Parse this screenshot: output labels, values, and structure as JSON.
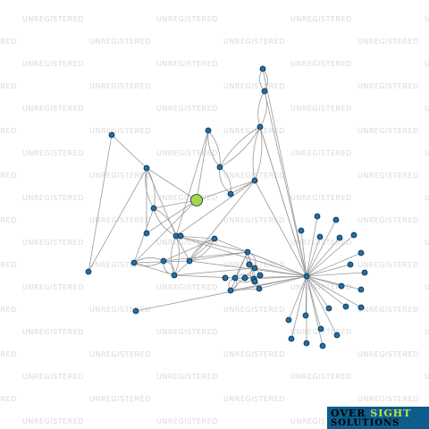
{
  "watermark": {
    "text": "UNREGISTERED"
  },
  "logo": {
    "word1": "OVER",
    "word2": "SIGHT",
    "line2": "SOLUTIONS"
  },
  "colors": {
    "node": "#1f6fa8",
    "node_stroke": "#0a2a40",
    "focus_node": "#a6d64a",
    "edge": "#9a9a9a",
    "watermark": "#d9d9d9",
    "logo_bg": "#0d5c8c",
    "logo_accent": "#bfe04a"
  },
  "network": {
    "focus_node": "n0",
    "nodes": [
      {
        "id": "n0",
        "focus": true
      },
      {
        "id": "n1"
      },
      {
        "id": "n2"
      },
      {
        "id": "n3"
      },
      {
        "id": "n4"
      },
      {
        "id": "n5"
      },
      {
        "id": "n6"
      },
      {
        "id": "n7"
      },
      {
        "id": "n8"
      },
      {
        "id": "n9"
      },
      {
        "id": "n10"
      },
      {
        "id": "n11"
      },
      {
        "id": "n12"
      },
      {
        "id": "n13"
      },
      {
        "id": "n14"
      },
      {
        "id": "n15"
      },
      {
        "id": "n16"
      },
      {
        "id": "n17"
      },
      {
        "id": "n18"
      },
      {
        "id": "n19"
      },
      {
        "id": "n20"
      },
      {
        "id": "n21"
      },
      {
        "id": "n22"
      },
      {
        "id": "n23"
      },
      {
        "id": "n24"
      },
      {
        "id": "n25"
      },
      {
        "id": "n26"
      },
      {
        "id": "n27"
      },
      {
        "id": "n28"
      },
      {
        "id": "n29"
      },
      {
        "id": "n30"
      },
      {
        "id": "n31"
      },
      {
        "id": "n32"
      },
      {
        "id": "n33"
      },
      {
        "id": "n34"
      },
      {
        "id": "n35"
      },
      {
        "id": "n36"
      },
      {
        "id": "n37"
      },
      {
        "id": "n38"
      },
      {
        "id": "n39"
      },
      {
        "id": "n40"
      },
      {
        "id": "n41"
      },
      {
        "id": "n42"
      },
      {
        "id": "n43"
      },
      {
        "id": "n44"
      },
      {
        "id": "n45"
      },
      {
        "id": "n46"
      },
      {
        "id": "n47"
      },
      {
        "id": "n48"
      },
      {
        "id": "n49"
      },
      {
        "id": "n50"
      },
      {
        "id": "n51"
      },
      {
        "id": "n52"
      },
      {
        "id": "n53"
      }
    ],
    "edges": [
      [
        "n0",
        "n2"
      ],
      [
        "n0",
        "n3"
      ],
      [
        "n0",
        "n4"
      ],
      [
        "n0",
        "n5"
      ],
      [
        "n0",
        "n7"
      ],
      [
        "n0",
        "n10"
      ],
      [
        "n2",
        "n1"
      ],
      [
        "n2",
        "n3"
      ],
      [
        "n2",
        "n4"
      ],
      [
        "n2",
        "n13"
      ],
      [
        "n2",
        "n6"
      ],
      [
        "n3",
        "n6"
      ],
      [
        "n3",
        "n5"
      ],
      [
        "n5",
        "n11"
      ],
      [
        "n6",
        "n7"
      ],
      [
        "n6",
        "n11"
      ],
      [
        "n6",
        "n12"
      ],
      [
        "n7",
        "n8"
      ],
      [
        "n8",
        "n9"
      ],
      [
        "n9",
        "n10"
      ],
      [
        "n10",
        "n6"
      ],
      [
        "n10",
        "n11"
      ],
      [
        "n10",
        "n22"
      ],
      [
        "n12",
        "n11"
      ],
      [
        "n12",
        "n14"
      ],
      [
        "n12",
        "n15"
      ],
      [
        "n13",
        "n1"
      ],
      [
        "n11",
        "n16"
      ],
      [
        "n11",
        "n22"
      ],
      [
        "n14",
        "n15"
      ],
      [
        "n14",
        "n16"
      ],
      [
        "n15",
        "n17"
      ],
      [
        "n5",
        "n14"
      ],
      [
        "n5",
        "n15"
      ],
      [
        "n6",
        "n15"
      ],
      [
        "n16",
        "n17"
      ],
      [
        "n16",
        "n18"
      ],
      [
        "n16",
        "n19"
      ],
      [
        "n16",
        "n20"
      ],
      [
        "n16",
        "n21"
      ],
      [
        "n17",
        "n18"
      ],
      [
        "n17",
        "n20"
      ],
      [
        "n18",
        "n19"
      ],
      [
        "n19",
        "n20"
      ],
      [
        "n20",
        "n21"
      ],
      [
        "n15",
        "n18"
      ],
      [
        "n6",
        "n16"
      ],
      [
        "n12",
        "n22"
      ],
      [
        "n6",
        "n22"
      ],
      [
        "n22",
        "n16"
      ],
      [
        "n22",
        "n17"
      ],
      [
        "n22",
        "n18"
      ],
      [
        "n22",
        "n19"
      ],
      [
        "n22",
        "n20"
      ],
      [
        "n22",
        "n21"
      ],
      [
        "n22",
        "n23"
      ],
      [
        "n22",
        "n24"
      ],
      [
        "n22",
        "n25"
      ],
      [
        "n22",
        "n26"
      ],
      [
        "n22",
        "n27"
      ],
      [
        "n22",
        "n28"
      ],
      [
        "n22",
        "n29"
      ],
      [
        "n22",
        "n30"
      ],
      [
        "n22",
        "n31"
      ],
      [
        "n22",
        "n32"
      ],
      [
        "n22",
        "n33"
      ],
      [
        "n22",
        "n34"
      ],
      [
        "n22",
        "n35"
      ],
      [
        "n22",
        "n36"
      ],
      [
        "n22",
        "n37"
      ],
      [
        "n22",
        "n38"
      ],
      [
        "n22",
        "n39"
      ],
      [
        "n22",
        "n40"
      ],
      [
        "n22",
        "n41"
      ],
      [
        "n22",
        "n42"
      ],
      [
        "n22",
        "n43"
      ],
      [
        "n22",
        "n44"
      ],
      [
        "n22",
        "n45"
      ],
      [
        "n22",
        "n46"
      ],
      [
        "n22",
        "n47"
      ]
    ]
  }
}
